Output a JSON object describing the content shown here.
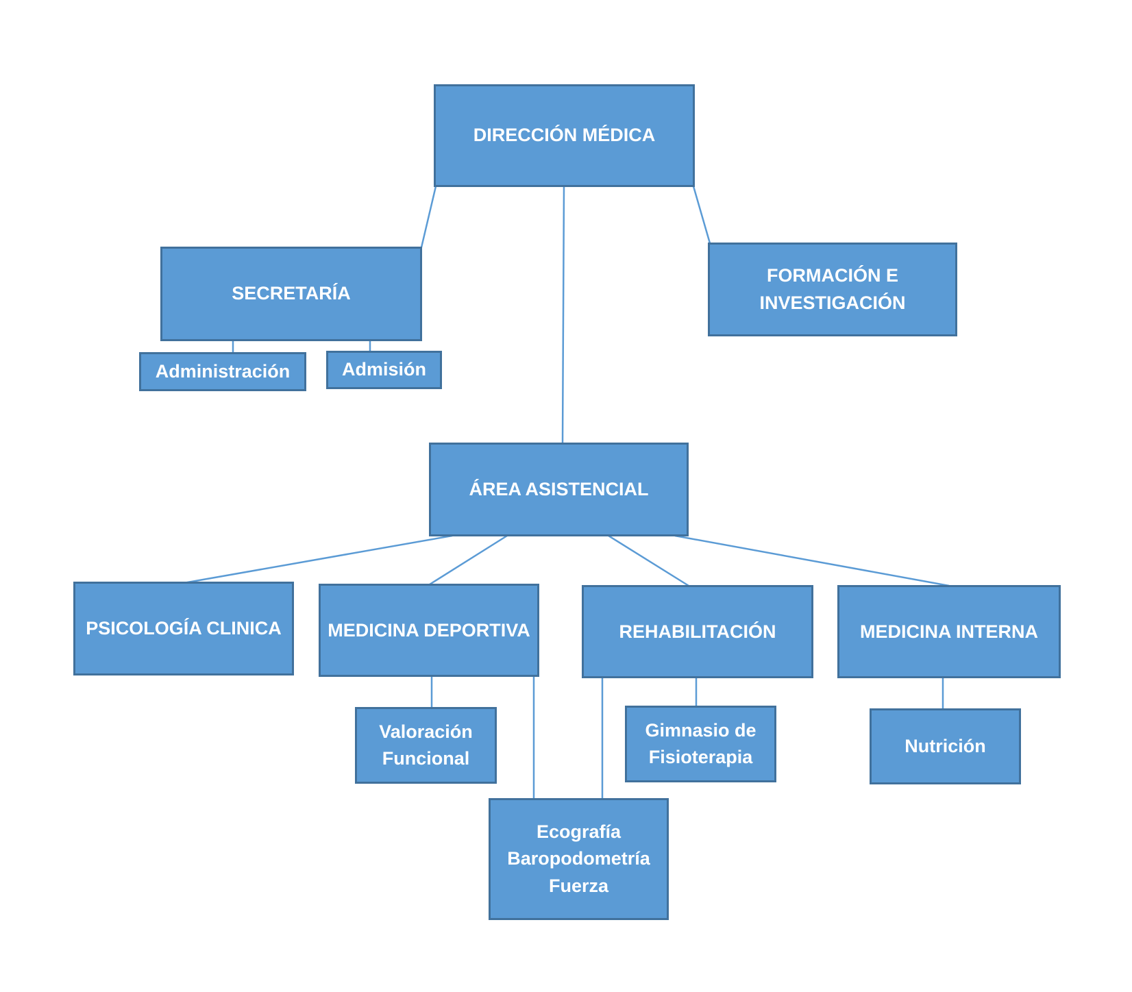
{
  "diagram": {
    "type": "org-chart",
    "colors": {
      "node_fill": "#5B9BD5",
      "node_border": "#41719C",
      "connector": "#5B9BD5",
      "text": "#FFFFFF"
    },
    "nodes": {
      "direccion": {
        "label": "DIRECCIÓN MÉDICA"
      },
      "secretaria": {
        "label": "SECRETARÍA"
      },
      "administracion": {
        "label": "Administración"
      },
      "admision": {
        "label": "Admisión"
      },
      "formacion": {
        "label": "FORMACIÓN E\nINVESTIGACIÓN"
      },
      "area": {
        "label": "ÁREA ASISTENCIAL"
      },
      "psicologia": {
        "label": "PSICOLOGÍA CLINICA"
      },
      "med_deportiva": {
        "label": "MEDICINA DEPORTIVA"
      },
      "rehabilitacion": {
        "label": "REHABILITACIÓN"
      },
      "med_interna": {
        "label": "MEDICINA INTERNA"
      },
      "valoracion": {
        "label": "Valoración\nFuncional"
      },
      "ecografia": {
        "label": "Ecografía\nBaropodometría\nFuerza"
      },
      "gimnasio": {
        "label": "Gimnasio de\nFisioterapia"
      },
      "nutricion": {
        "label": "Nutrición"
      }
    },
    "edges": [
      [
        "direccion",
        "secretaria"
      ],
      [
        "direccion",
        "area"
      ],
      [
        "direccion",
        "formacion"
      ],
      [
        "secretaria",
        "administracion"
      ],
      [
        "secretaria",
        "admision"
      ],
      [
        "area",
        "psicologia"
      ],
      [
        "area",
        "med_deportiva"
      ],
      [
        "area",
        "rehabilitacion"
      ],
      [
        "area",
        "med_interna"
      ],
      [
        "med_deportiva",
        "valoracion"
      ],
      [
        "med_deportiva",
        "ecografia"
      ],
      [
        "rehabilitacion",
        "ecografia"
      ],
      [
        "rehabilitacion",
        "gimnasio"
      ],
      [
        "med_interna",
        "nutricion"
      ]
    ]
  }
}
